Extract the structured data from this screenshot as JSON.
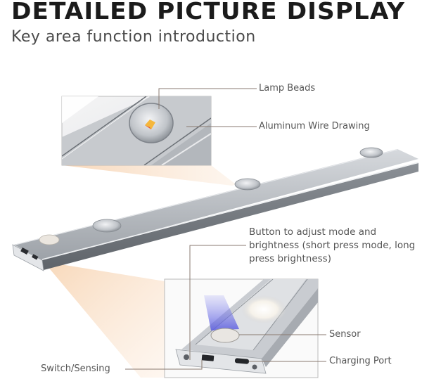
{
  "header": {
    "title": "DETAILED PICTURE DISPLAY",
    "subtitle": "Key area function introduction"
  },
  "callouts": {
    "lamp_beads": "Lamp Beads",
    "aluminum": "Aluminum Wire Drawing",
    "button": "Button to adjust mode and brightness (short press mode, long press brightness)",
    "sensor": "Sensor",
    "charging_port": "Charging Port",
    "switch_sensing": "Switch/Sensing"
  },
  "colors": {
    "light_beam": "#f9dcc0",
    "aluminum": "#b8bcc2",
    "aluminum_dark": "#7d8289",
    "leader_line": "#8a7a70",
    "sensor_glow": "#6d6ee8"
  }
}
